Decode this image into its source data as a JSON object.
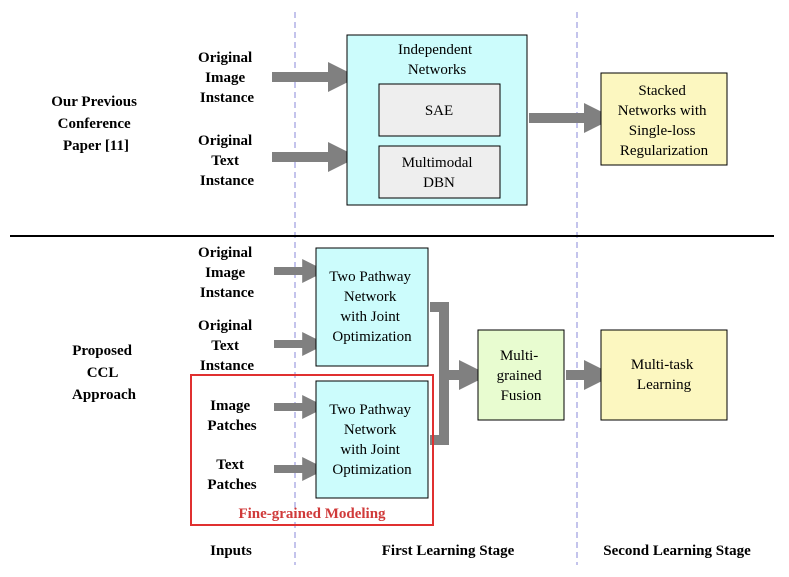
{
  "top_section": {
    "row_label": [
      "Our Previous",
      "Conference",
      "Paper [11]"
    ],
    "inputs": {
      "image": [
        "Original",
        "Image",
        "Instance"
      ],
      "text": [
        "Original",
        "Text",
        "Instance"
      ]
    },
    "independent_box": {
      "title": [
        "Independent",
        "Networks"
      ],
      "sae": "SAE",
      "dbn": [
        "Multimodal",
        "DBN"
      ]
    },
    "output_box": [
      "Stacked",
      "Networks with",
      "Single-loss",
      "Regularization"
    ]
  },
  "bottom_section": {
    "row_label": [
      "Proposed",
      "CCL",
      "Approach"
    ],
    "inputs": {
      "image_instance": [
        "Original",
        "Image",
        "Instance"
      ],
      "text_instance": [
        "Original",
        "Text",
        "Instance"
      ],
      "image_patches": [
        "Image",
        "Patches"
      ],
      "text_patches": [
        "Text",
        "Patches"
      ]
    },
    "pathway_box_top": [
      "Two Pathway",
      "Network",
      "with Joint",
      "Optimization"
    ],
    "pathway_box_bottom": [
      "Two Pathway",
      "Network",
      "with Joint",
      "Optimization"
    ],
    "fusion_box": [
      "Multi-",
      "grained",
      "Fusion"
    ],
    "multitask_box": [
      "Multi-task",
      "Learning"
    ],
    "fine_grained_label": "Fine-grained Modeling"
  },
  "stages": {
    "inputs": "Inputs",
    "first": "First Learning Stage",
    "second": "Second Learning Stage"
  },
  "colors": {
    "cyan_fill": "#ccfcfc",
    "gray_fill": "#eeeeee",
    "yellow_fill": "#fcf7c0",
    "green_fill": "#e8fcd0",
    "arrow": "#808080",
    "highlight": "#e03030",
    "divider": "#8080d0"
  }
}
